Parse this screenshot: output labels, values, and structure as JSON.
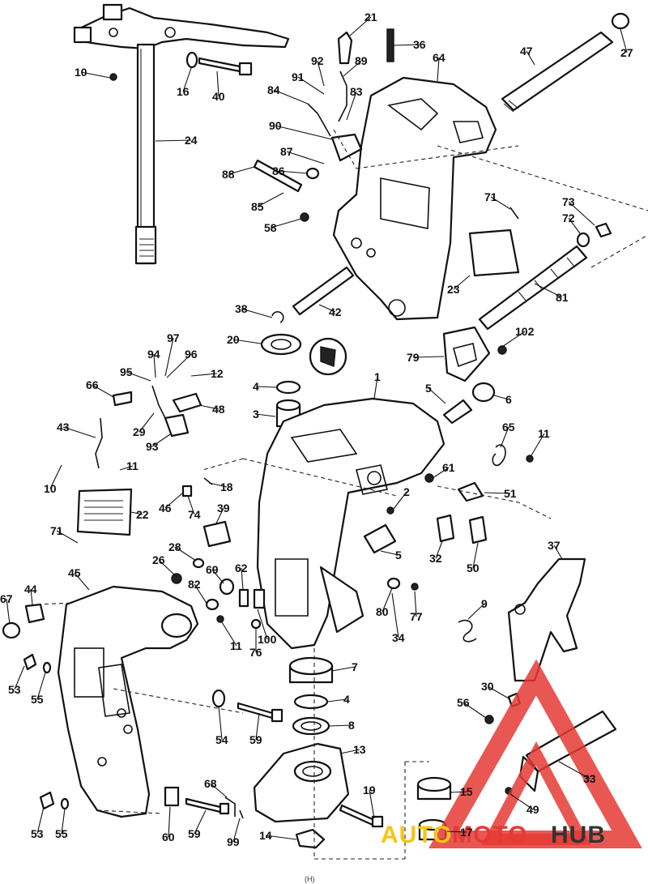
{
  "callouts": [
    "1",
    "2",
    "3",
    "4",
    "4",
    "5",
    "5",
    "6",
    "7",
    "8",
    "9",
    "10",
    "10",
    "11",
    "11",
    "11",
    "12",
    "13",
    "14",
    "15",
    "16",
    "17",
    "18",
    "19",
    "20",
    "21",
    "22",
    "23",
    "24",
    "26",
    "27",
    "28",
    "29",
    "30",
    "32",
    "33",
    "34",
    "36",
    "37",
    "38",
    "39",
    "40",
    "42",
    "43",
    "44",
    "45",
    "46",
    "47",
    "48",
    "49",
    "50",
    "51",
    "53",
    "53",
    "54",
    "55",
    "55",
    "56",
    "58",
    "59",
    "59",
    "60",
    "61",
    "62",
    "64",
    "65",
    "66",
    "67",
    "68",
    "69",
    "71",
    "71",
    "72",
    "73",
    "74",
    "76",
    "77",
    "79",
    "80",
    "81",
    "82",
    "83",
    "84",
    "85",
    "86",
    "87",
    "88",
    "89",
    "90",
    "91",
    "92",
    "93",
    "94",
    "95",
    "96",
    "97",
    "99",
    "100",
    "102"
  ],
  "watermark": {
    "word_left": "AUTO",
    "word_mid": "MOTO",
    "word_right": "HUB",
    "color_left": "#f5c518",
    "color_mid": "#e53935",
    "color_right": "#333333"
  },
  "footer_mark": "(H)"
}
